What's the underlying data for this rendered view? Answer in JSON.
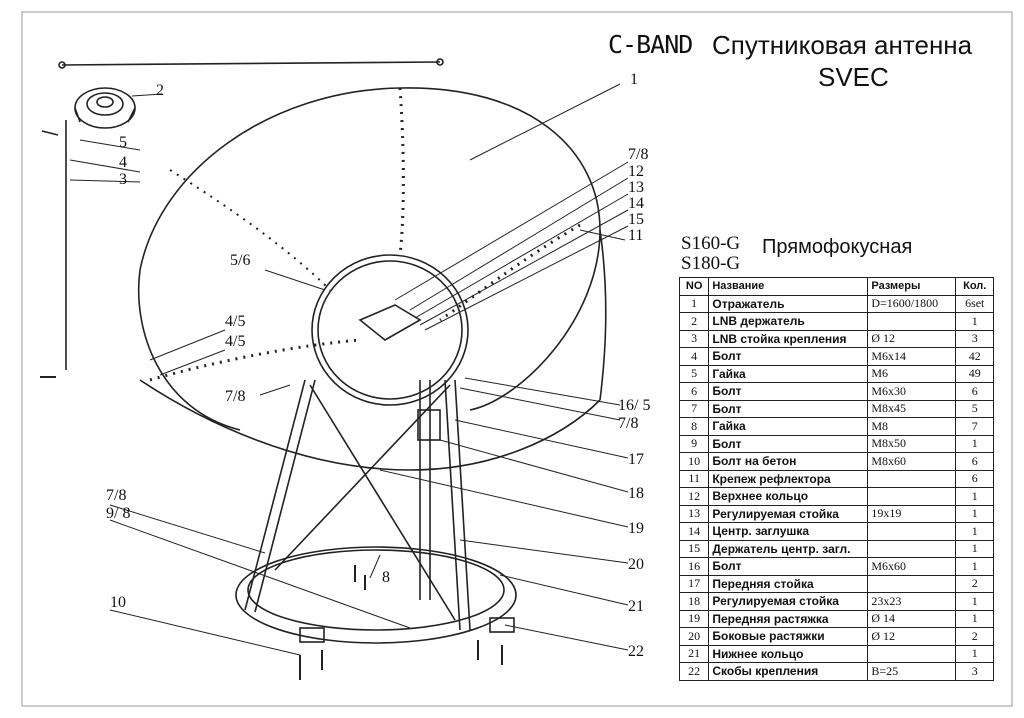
{
  "header": {
    "band": "C-BAND",
    "title": "Спутниковая антенна",
    "subtitle": "SVEC"
  },
  "models": [
    "S160-G",
    "S180-G"
  ],
  "model_type": "Прямофокусная",
  "table": {
    "headers": [
      "NO",
      "Название",
      "Размеры",
      "Кол."
    ],
    "rows": [
      {
        "no": "1",
        "name": "Отражатель",
        "size": "D=1600/1800",
        "qty": "6set"
      },
      {
        "no": "2",
        "name": "LNB держатель",
        "size": "",
        "qty": "1"
      },
      {
        "no": "3",
        "name": "LNB стойка крепления",
        "size": "Ø 12",
        "qty": "3"
      },
      {
        "no": "4",
        "name": "Болт",
        "size": "M6x14",
        "qty": "42"
      },
      {
        "no": "5",
        "name": "Гайка",
        "size": "M6",
        "qty": "49"
      },
      {
        "no": "6",
        "name": "Болт",
        "size": "M6x30",
        "qty": "6"
      },
      {
        "no": "7",
        "name": "Болт",
        "size": "M8x45",
        "qty": "5"
      },
      {
        "no": "8",
        "name": "Гайка",
        "size": "M8",
        "qty": "7"
      },
      {
        "no": "9",
        "name": "Болт",
        "size": "M8x50",
        "qty": "1"
      },
      {
        "no": "10",
        "name": "Болт на бетон",
        "size": "M8x60",
        "qty": "6"
      },
      {
        "no": "11",
        "name": "Крепеж рефлектора",
        "size": "",
        "qty": "6"
      },
      {
        "no": "12",
        "name": "Верхнее кольцо",
        "size": "",
        "qty": "1"
      },
      {
        "no": "13",
        "name": "Регулируемая стойка",
        "size": "19x19",
        "qty": "1"
      },
      {
        "no": "14",
        "name": "Центр. заглушка",
        "size": "",
        "qty": "1"
      },
      {
        "no": "15",
        "name": "Держатель центр. загл.",
        "size": "",
        "qty": "1"
      },
      {
        "no": "16",
        "name": "Болт",
        "size": "M6x60",
        "qty": "1"
      },
      {
        "no": "17",
        "name": "Передняя стойка",
        "size": "",
        "qty": "2"
      },
      {
        "no": "18",
        "name": "Регулируемая стойка",
        "size": "23x23",
        "qty": "1"
      },
      {
        "no": "19",
        "name": "Передняя растяжка",
        "size": "Ø 14",
        "qty": "1"
      },
      {
        "no": "20",
        "name": "Боковые растяжки",
        "size": "Ø 12",
        "qty": "2"
      },
      {
        "no": "21",
        "name": "Нижнее кольцо",
        "size": "",
        "qty": "1"
      },
      {
        "no": "22",
        "name": "Скобы крепления",
        "size": "B=25",
        "qty": "3"
      }
    ]
  },
  "callouts": [
    "1",
    "2",
    "5",
    "4",
    "3",
    "7/8",
    "12",
    "13",
    "14",
    "15",
    "11",
    "5/6",
    "4/5",
    "4/5",
    "7/8",
    "16/ 5",
    "7/8",
    "17",
    "18",
    "19",
    "20",
    "21",
    "22",
    "7/8",
    "9/ 8",
    "8",
    "10"
  ]
}
